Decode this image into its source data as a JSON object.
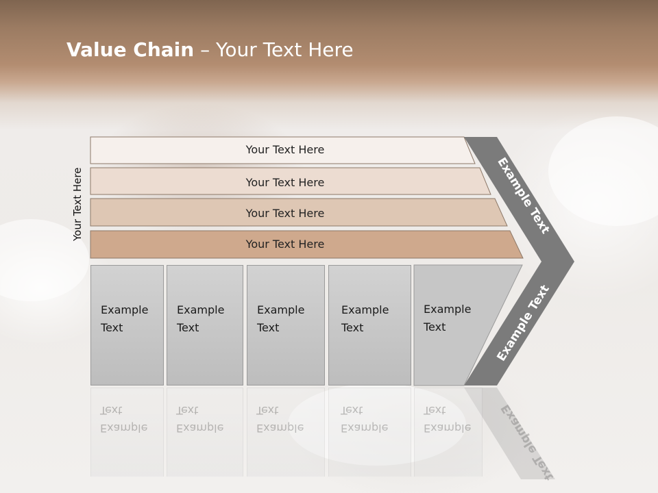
{
  "title": {
    "bold": "Value Chain",
    "rest": " – Your Text Here"
  },
  "side_label": "Your Text Here",
  "bands": [
    {
      "label": "Your Text Here",
      "color": "#f6f0ec"
    },
    {
      "label": "Your Text Here",
      "color": "#ecdcd1"
    },
    {
      "label": "Your Text Here",
      "color": "#dec7b4"
    },
    {
      "label": "Your Text Here",
      "color": "#cfa98d"
    }
  ],
  "cards": [
    {
      "line1": "Example",
      "line2": "Text"
    },
    {
      "line1": "Example",
      "line2": "Text"
    },
    {
      "line1": "Example",
      "line2": "Text"
    },
    {
      "line1": "Example",
      "line2": "Text"
    },
    {
      "line1": "Example",
      "line2": "Text"
    }
  ],
  "chevron": {
    "upper_label": "Example Text",
    "lower_label": "Example Text",
    "color": "#7b7b7b"
  }
}
